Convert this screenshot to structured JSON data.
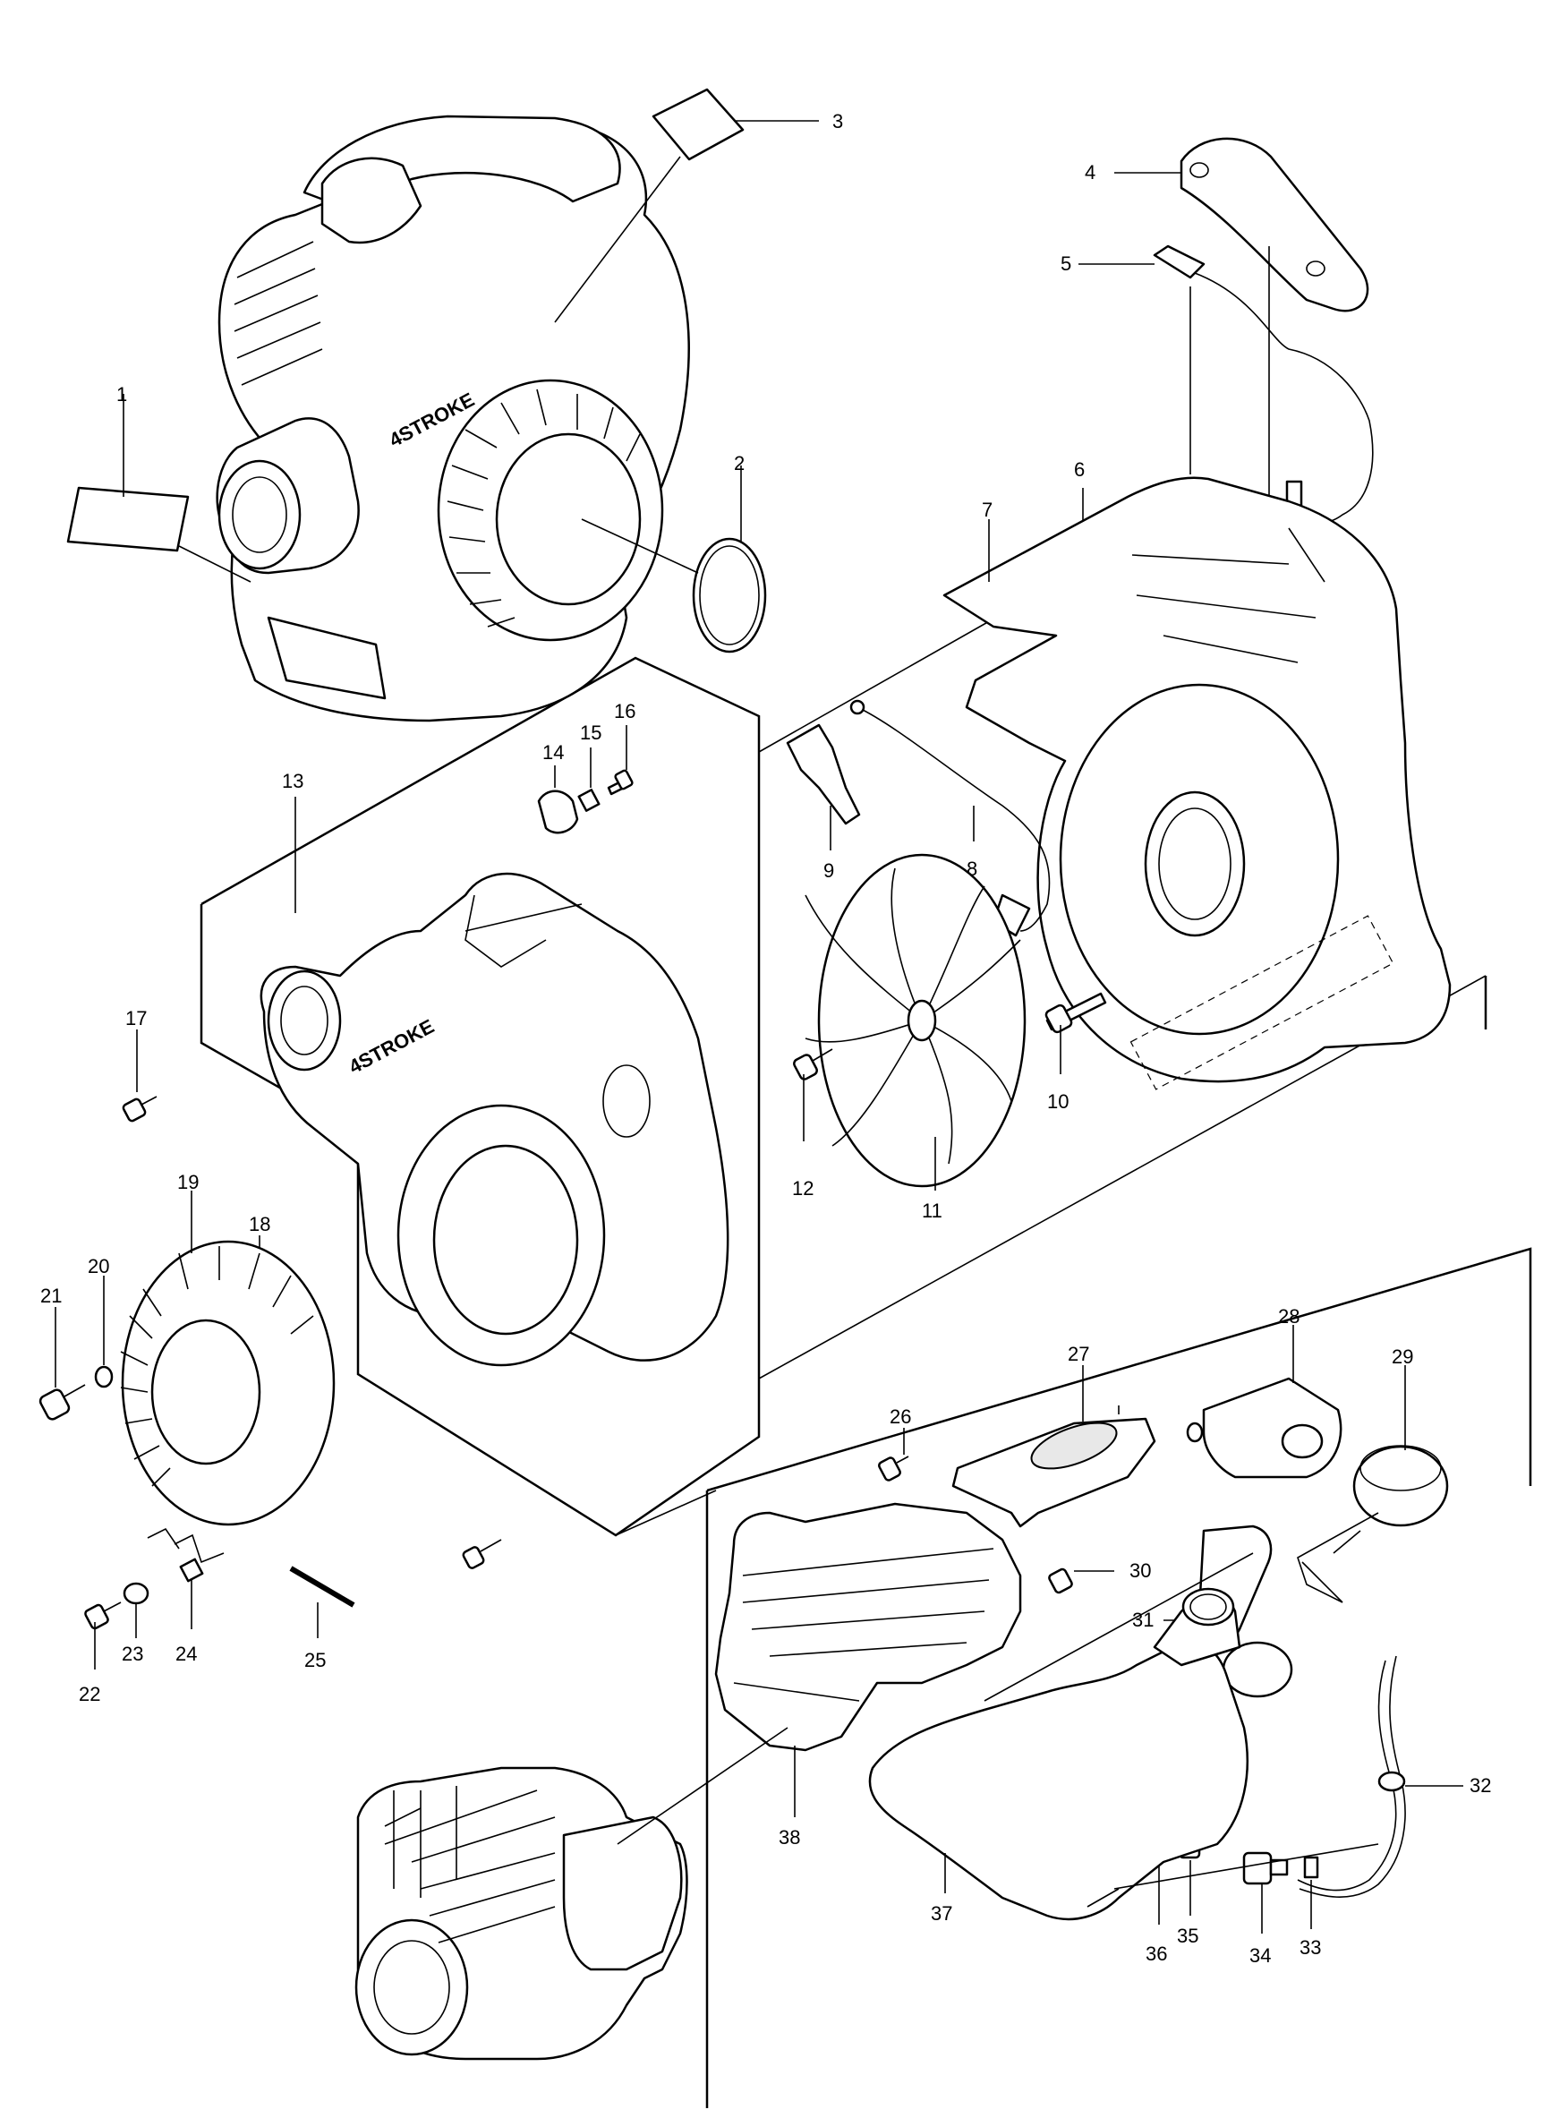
{
  "diagram": {
    "type": "exploded-parts-view",
    "callouts": [
      "1",
      "2",
      "3",
      "4",
      "5",
      "6",
      "7",
      "8",
      "9",
      "10",
      "11",
      "12",
      "13",
      "14",
      "15",
      "16",
      "17",
      "18",
      "19",
      "20",
      "21",
      "22",
      "23",
      "24",
      "25",
      "26",
      "27",
      "28",
      "29",
      "30",
      "31",
      "32",
      "33",
      "34",
      "35",
      "36",
      "37",
      "38"
    ],
    "text": {
      "stroke_logo": "4STROKE"
    }
  }
}
